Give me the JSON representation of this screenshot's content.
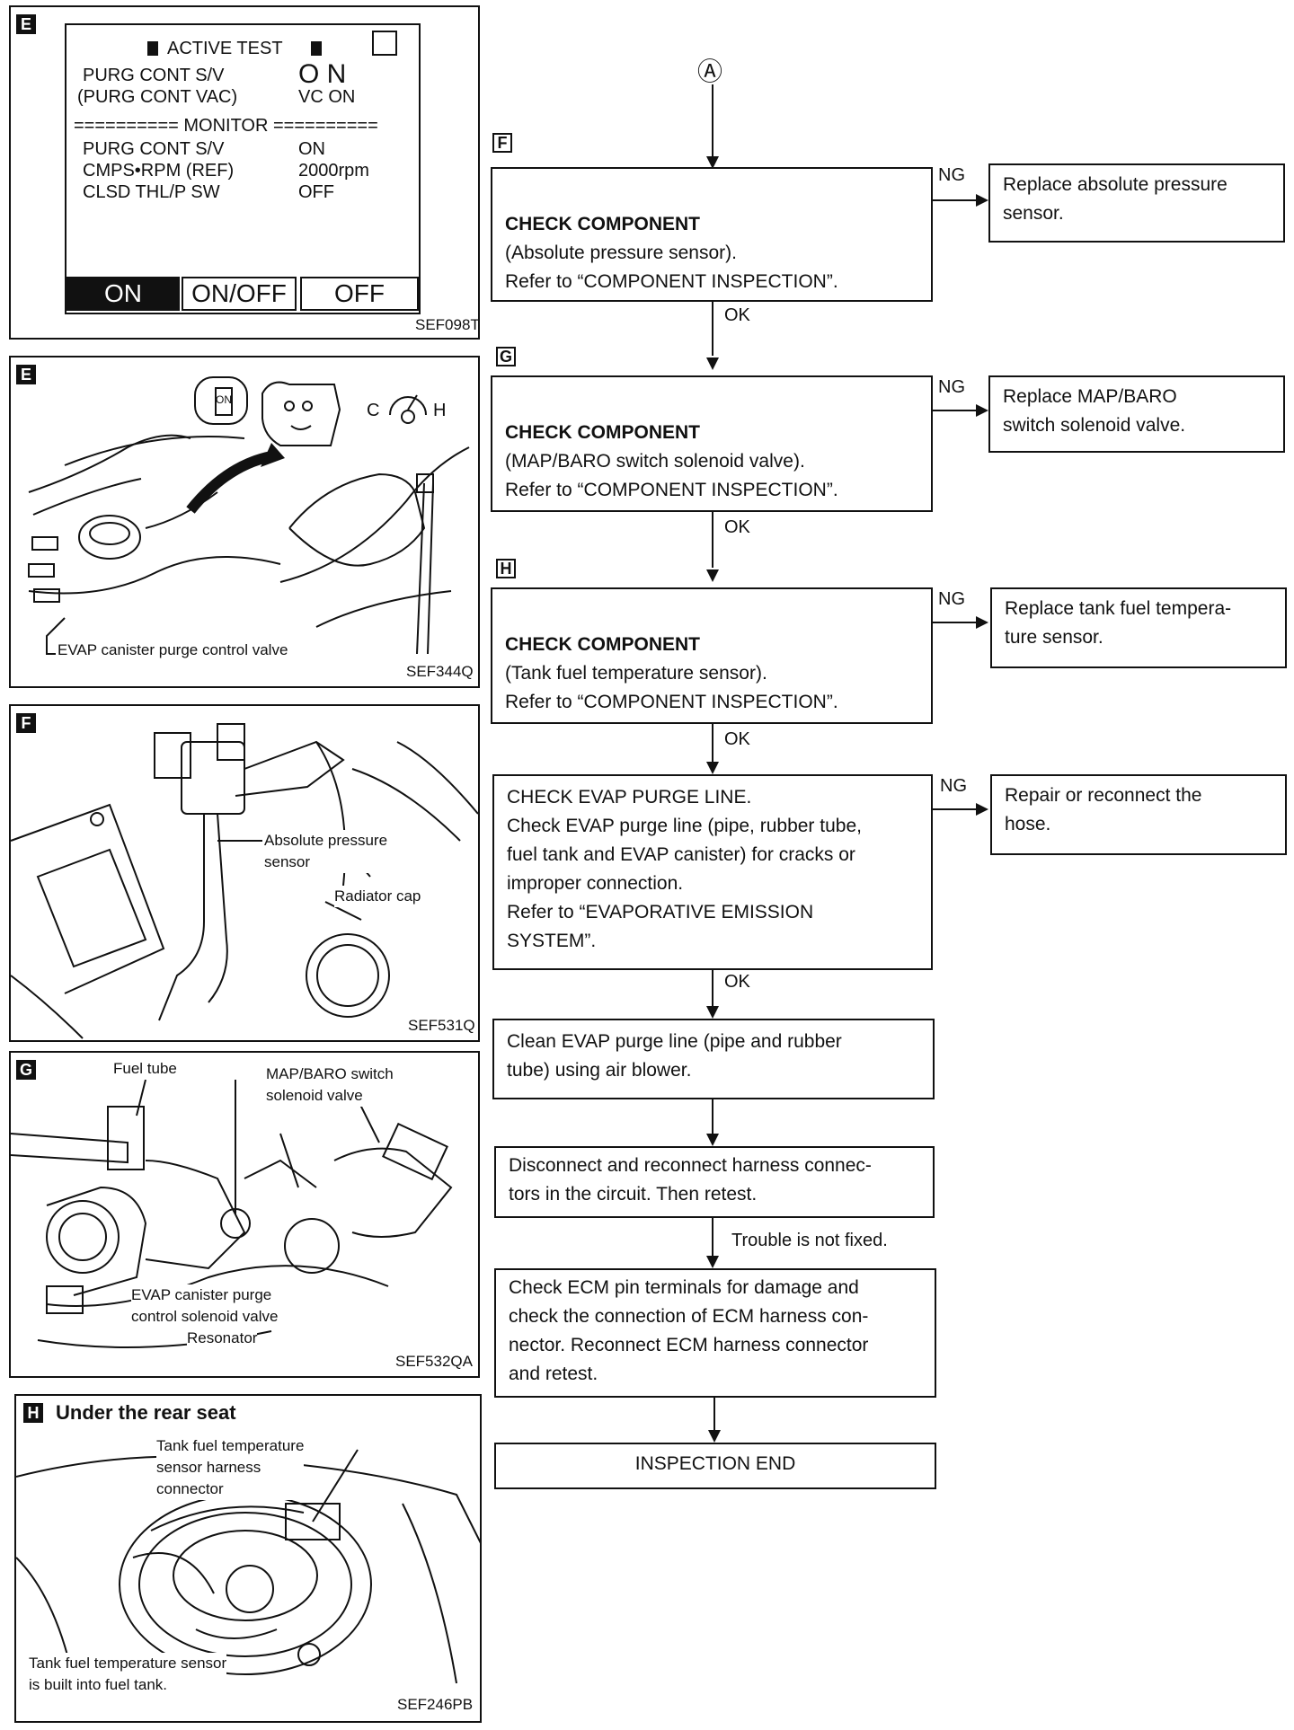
{
  "panel_e1": {
    "tag": "E",
    "title": "ACTIVE TEST",
    "row1_label": "PURG CONT S/V",
    "row1_value": "O N",
    "row2_label": "(PURG CONT VAC)",
    "row2_value": "VC ON",
    "monitor_header": "========== MONITOR ==========",
    "monitor": [
      {
        "label": "PURG CONT S/V",
        "value": "ON"
      },
      {
        "label": "CMPS•RPM (REF)",
        "value": "2000rpm"
      },
      {
        "label": "CLSD THL/P SW",
        "value": "OFF"
      }
    ],
    "buttons": {
      "on": "ON",
      "onoff": "ON/OFF",
      "off": "OFF"
    },
    "code": "SEF098T"
  },
  "panel_e2": {
    "tag": "E",
    "key_label": "ON",
    "gauge_c": "C",
    "gauge_h": "H",
    "callout": "EVAP canister purge control valve",
    "code": "SEF344Q"
  },
  "panel_f": {
    "tag": "F",
    "callout1": "Absolute pressure\nsensor",
    "callout2": "Radiator cap",
    "code": "SEF531Q"
  },
  "panel_g": {
    "tag": "G",
    "callout1": "Fuel tube",
    "callout2": "MAP/BARO switch\nsolenoid valve",
    "callout3": "EVAP canister purge\ncontrol solenoid valve",
    "callout4": "Resonator",
    "code": "SEF532QA"
  },
  "panel_h": {
    "tag": "H",
    "title": "Under the rear seat",
    "callout1": "Tank fuel temperature\nsensor harness\nconnector",
    "callout2": "Tank fuel temperature sensor\nis built into fuel tank.",
    "code": "SEF246PB"
  },
  "flow": {
    "start_marker": "Ⓐ",
    "tag_f": "F",
    "tag_g": "G",
    "tag_h": "H",
    "step1_title": "CHECK COMPONENT",
    "step1_body": "(Absolute pressure sensor).\nRefer to “COMPONENT INSPECTION”.",
    "step1_ng": "Replace absolute pressure\nsensor.",
    "step2_title": "CHECK COMPONENT",
    "step2_body": "(MAP/BARO switch solenoid valve).\nRefer to “COMPONENT INSPECTION”.",
    "step2_ng": "Replace MAP/BARO\nswitch solenoid valve.",
    "step3_title": "CHECK COMPONENT",
    "step3_body": "(Tank fuel temperature sensor).\nRefer to “COMPONENT INSPECTION”.",
    "step3_ng": "Replace tank fuel tempera-\nture sensor.",
    "step4_body": "CHECK EVAP PURGE LINE.\nCheck EVAP purge line (pipe, rubber tube,\nfuel tank and EVAP canister) for cracks or\nimproper connection.\nRefer to “EVAPORATIVE EMISSION\nSYSTEM”.",
    "step4_ng": "Repair or reconnect the\nhose.",
    "step5": "Clean EVAP purge line (pipe and rubber\ntube) using air blower.",
    "step6": "Disconnect and reconnect harness connec-\ntors in the circuit. Then retest.",
    "trouble": "Trouble is not fixed.",
    "step7": "Check ECM pin terminals for damage and\ncheck the connection of ECM harness con-\nnector. Reconnect ECM harness connector\nand retest.",
    "end": "INSPECTION END",
    "ng": "NG",
    "ok": "OK"
  }
}
